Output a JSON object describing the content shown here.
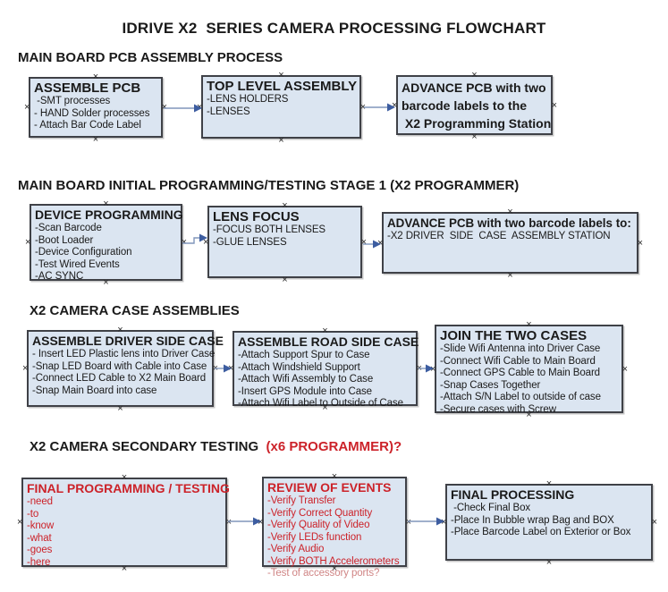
{
  "title": "IDRIVE X2  SERIES CAMERA PROCESSING FLOWCHART",
  "handle_glyph": "×",
  "colors": {
    "box_fill": "#dbe5f1",
    "box_border": "#3f4147",
    "red_accent": "#cc2229",
    "faded_red": "#d08585",
    "arrow_line": "#8196bb",
    "arrow_head": "#3d5da0"
  },
  "sections": [
    {
      "heading": "MAIN BOARD PCB ASSEMBLY PROCESS",
      "boxes": [
        {
          "header": "ASSEMBLE PCB",
          "items": [
            " -SMT processes",
            "- HAND Solder processes",
            "- Attach Bar Code Label"
          ]
        },
        {
          "header": "TOP LEVEL ASSEMBLY",
          "items": [
            "-LENS HOLDERS",
            "-LENSES"
          ]
        },
        {
          "header": "ADVANCE PCB with two\nbarcode labels to the\n X2 Programming Station",
          "items": []
        }
      ]
    },
    {
      "heading": "MAIN BOARD INITIAL PROGRAMMING/TESTING STAGE 1 (X2 PROGRAMMER)",
      "boxes": [
        {
          "header": "DEVICE PROGRAMMING",
          "items": [
            "-Scan Barcode",
            "-Boot Loader",
            "-Device Configuration",
            "-Test Wired Events",
            "-AC SYNC"
          ]
        },
        {
          "header": "LENS FOCUS",
          "items": [
            "-FOCUS BOTH LENSES",
            "-GLUE LENSES"
          ]
        },
        {
          "header": "ADVANCE PCB with two barcode labels to:",
          "items": [
            "-X2 DRIVER  SIDE  CASE  ASSEMBLY STATION"
          ]
        }
      ]
    },
    {
      "heading": "X2 CAMERA CASE ASSEMBLIES",
      "boxes": [
        {
          "header": "ASSEMBLE DRIVER SIDE CASE",
          "items": [
            "- Insert LED Plastic lens into Driver Case",
            "-Snap LED Board with Cable into Case",
            "-Connect LED Cable to X2 Main Board",
            "-Snap Main Board into case"
          ]
        },
        {
          "header": "ASSEMBLE ROAD SIDE CASE",
          "items": [
            "-Attach Support Spur to Case",
            "-Attach Windshield Support",
            "-Attach Wifi Assembly to Case",
            "-Insert GPS Module into Case",
            "-Attach Wifi Label to Outside of Case"
          ]
        },
        {
          "header": "JOIN THE TWO CASES",
          "items": [
            "-Slide Wifi Antenna into Driver Case",
            "-Connect Wifi Cable to Main Board",
            "-Connect GPS Cable to Main Board",
            "-Snap Cases Together",
            "-Attach S/N Label to outside of case",
            "-Secure cases with Screw"
          ]
        }
      ]
    },
    {
      "heading": "X2 CAMERA SECONDARY TESTING ",
      "heading_suffix": " (x6 PROGRAMMER)?",
      "boxes": [
        {
          "header": "FINAL PROGRAMMING / TESTING",
          "items": [
            "-need",
            "-to",
            "-know",
            "-what",
            "-goes",
            "-here"
          ]
        },
        {
          "header": "REVIEW OF EVENTS",
          "items": [
            "-Verify Transfer",
            "-Verify Correct Quantity",
            "-Verify Quality of Video",
            "-Verify LEDs function",
            "-Verify Audio",
            "-Verify BOTH Accelerometers"
          ],
          "overflow_item": "-Test of accessory ports?"
        },
        {
          "header": "FINAL PROCESSING",
          "items": [
            " -Check Final Box",
            "-Place In Bubble wrap Bag and BOX",
            "-Place Barcode Label on Exterior or Box"
          ]
        }
      ]
    }
  ]
}
